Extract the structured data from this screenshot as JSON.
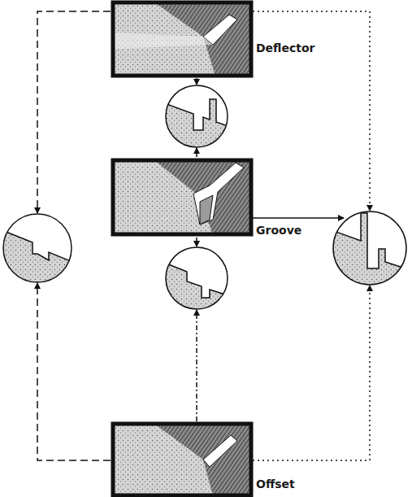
{
  "diagram": {
    "nodes": [
      {
        "text": [
          "Deflector"
        ]
      },
      {
        "text": [
          "Groove"
        ]
      },
      {
        "text": [
          "Offset"
        ]
      }
    ]
  }
}
